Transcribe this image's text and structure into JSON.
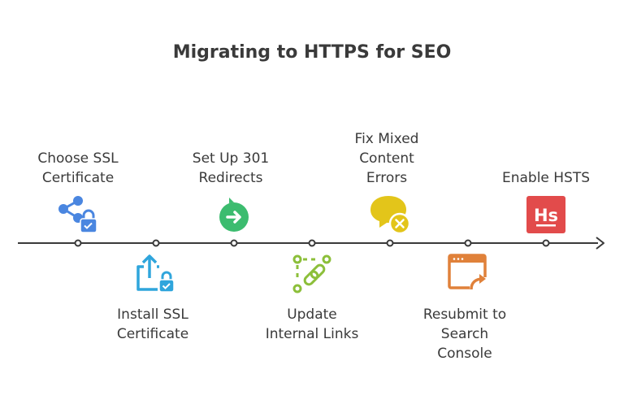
{
  "title": "Migrating to HTTPS for SEO",
  "colors": {
    "axis": "#3a3a3a",
    "blue": "#4a86e0",
    "sky": "#2fa5dc",
    "green": "#3cbc6f",
    "lime": "#8cbf3a",
    "yellow": "#e3c51a",
    "orange": "#e0813a",
    "red": "#e24b4b"
  },
  "steps": [
    {
      "label_lines": [
        "Choose SSL",
        "Certificate"
      ],
      "position": "top",
      "icon": "share-lock-icon"
    },
    {
      "label_lines": [
        "Install SSL",
        "Certificate"
      ],
      "position": "bottom",
      "icon": "upload-lock-icon"
    },
    {
      "label_lines": [
        "Set Up 301",
        "Redirects"
      ],
      "position": "top",
      "icon": "redirect-arrow-icon"
    },
    {
      "label_lines": [
        "Update",
        "Internal Links"
      ],
      "position": "bottom",
      "icon": "link-icon"
    },
    {
      "label_lines": [
        "Fix Mixed",
        "Content",
        "Errors"
      ],
      "position": "top",
      "icon": "error-chat-icon"
    },
    {
      "label_lines": [
        "Resubmit to",
        "Search",
        "Console"
      ],
      "position": "bottom",
      "icon": "browser-share-icon"
    },
    {
      "label_lines": [
        "Enable HSTS"
      ],
      "position": "top",
      "icon": "hsts-badge-icon"
    }
  ],
  "hsts_badge_text": "Hs"
}
